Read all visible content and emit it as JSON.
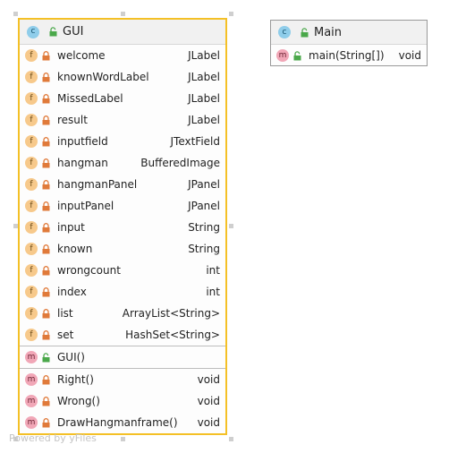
{
  "gui_class": {
    "badge": "c",
    "title": "GUI",
    "fields": [
      {
        "badge": "f",
        "name": "welcome",
        "type": "JLabel"
      },
      {
        "badge": "f",
        "name": "knownWordLabel",
        "type": "JLabel"
      },
      {
        "badge": "f",
        "name": "MissedLabel",
        "type": "JLabel"
      },
      {
        "badge": "f",
        "name": "result",
        "type": "JLabel"
      },
      {
        "badge": "f",
        "name": "inputfield",
        "type": "JTextField"
      },
      {
        "badge": "f",
        "name": "hangman",
        "type": "BufferedImage"
      },
      {
        "badge": "f",
        "name": "hangmanPanel",
        "type": "JPanel"
      },
      {
        "badge": "f",
        "name": "inputPanel",
        "type": "JPanel"
      },
      {
        "badge": "f",
        "name": "input",
        "type": "String"
      },
      {
        "badge": "f",
        "name": "known",
        "type": "String"
      },
      {
        "badge": "f",
        "name": "wrongcount",
        "type": "int"
      },
      {
        "badge": "f",
        "name": "index",
        "type": "int"
      },
      {
        "badge": "f",
        "name": "list",
        "type": "ArrayList<String>"
      },
      {
        "badge": "f",
        "name": "set",
        "type": "HashSet<String>"
      }
    ],
    "constructors": [
      {
        "badge": "m",
        "name": "GUI()",
        "type": ""
      }
    ],
    "methods": [
      {
        "badge": "m",
        "name": "Right()",
        "type": "void"
      },
      {
        "badge": "m",
        "name": "Wrong()",
        "type": "void"
      },
      {
        "badge": "m",
        "name": "DrawHangmanframe()",
        "type": "void"
      }
    ]
  },
  "main_class": {
    "badge": "c",
    "title": "Main",
    "methods": [
      {
        "badge": "m",
        "name": "main(String[])",
        "type": "void"
      }
    ]
  },
  "watermark": "Powered by yFiles",
  "colors": {
    "selection_border": "#f4c026",
    "field_badge": "#f7c98b",
    "method_badge": "#f1a7b7",
    "class_badge": "#8fcdea",
    "private_lock": "#e07a3a",
    "public_lock": "#4aa84a"
  }
}
